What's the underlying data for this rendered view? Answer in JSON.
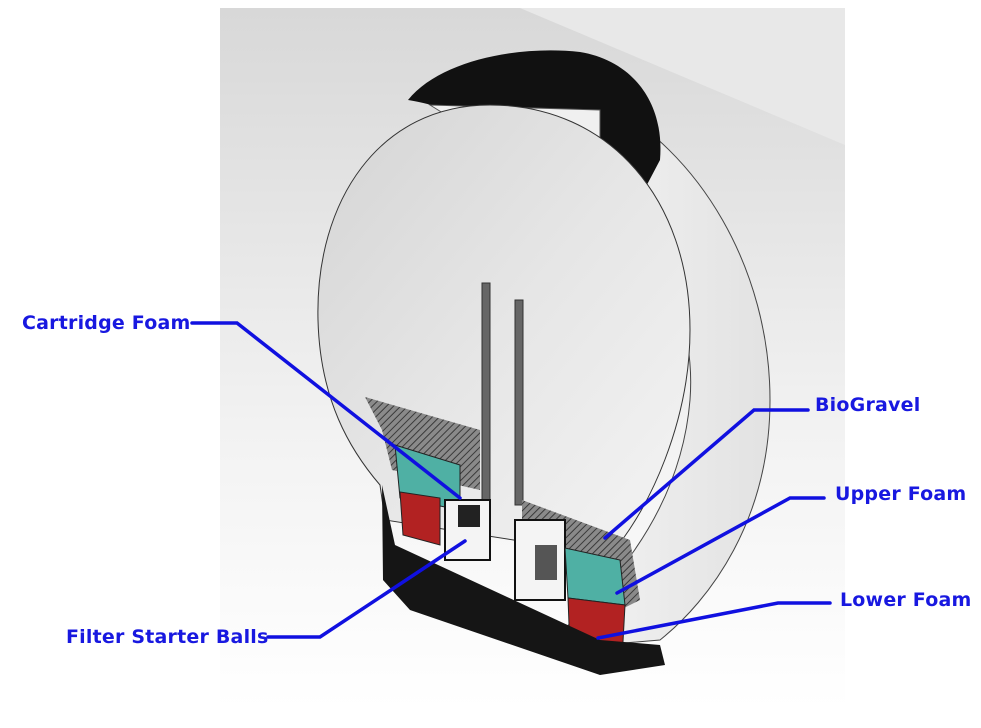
{
  "labels": {
    "cartridge_foam": "Cartridge Foam",
    "filter_starter_balls": "Filter Starter Balls",
    "biogravel": "BioGravel",
    "upper_foam": "Upper Foam",
    "lower_foam": "Lower Foam"
  },
  "colors": {
    "label_text": "#1818e0",
    "leader_line": "#1010e0",
    "housing": "#ececec",
    "base": "#151515",
    "biogravel_fill": "#4fb0a4",
    "foam_fill": "#b22222"
  }
}
